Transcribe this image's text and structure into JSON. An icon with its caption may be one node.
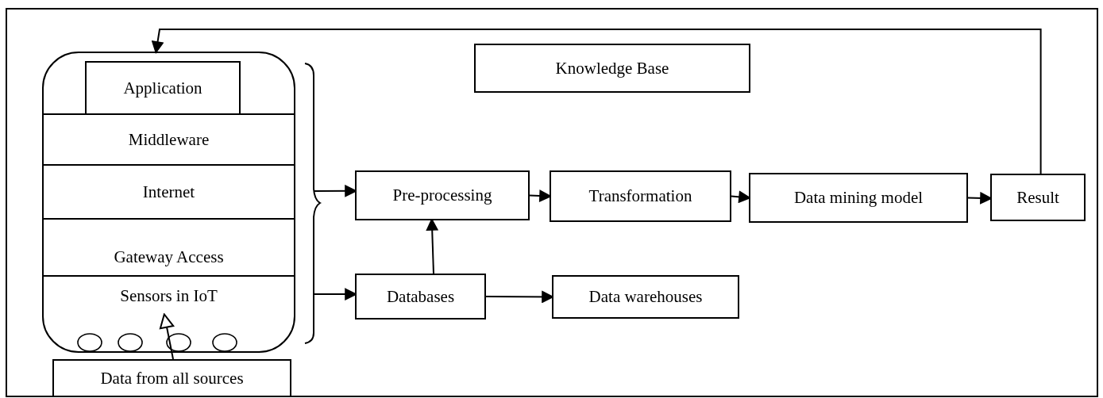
{
  "diagram": {
    "nodes": [
      {
        "text": [],
        "shape": "box"
      },
      {
        "text": [
          "Application"
        ],
        "in": 0
      },
      {
        "text": [
          "Middleware"
        ],
        "in": 0
      },
      {
        "text": [
          "Internet"
        ],
        "in": 0
      },
      {
        "text": [
          "Gateway Access"
        ],
        "in": 0
      },
      {
        "text": [
          "Sensors in IoT"
        ],
        "in": 0
      },
      {
        "text": [
          "Data from all sources"
        ]
      },
      {
        "text": [
          "Knowledge Base"
        ]
      },
      {
        "text": [
          "Pre-processing"
        ]
      },
      {
        "text": [
          "Transformation"
        ]
      },
      {
        "text": [
          "Data mining model"
        ]
      },
      {
        "text": [
          "Result"
        ]
      },
      {
        "text": [
          "Databases"
        ]
      },
      {
        "text": [
          "Data warehouses"
        ]
      }
    ],
    "edges": [
      {
        "from": 0,
        "to": 8,
        "arrow": "to"
      },
      {
        "from": 0,
        "to": 12,
        "arrow": "to"
      },
      {
        "from": 12,
        "to": 8,
        "arrow": "to"
      },
      {
        "from": 8,
        "to": 9,
        "arrow": "to"
      },
      {
        "from": 9,
        "to": 10,
        "arrow": "to"
      },
      {
        "from": 10,
        "to": 11,
        "arrow": "to"
      },
      {
        "from": 11,
        "to": 0,
        "arrow": "to"
      },
      {
        "from": 12,
        "to": 13,
        "arrow": "to"
      },
      {
        "from": 6,
        "to": 5,
        "arrow": "to"
      }
    ]
  }
}
